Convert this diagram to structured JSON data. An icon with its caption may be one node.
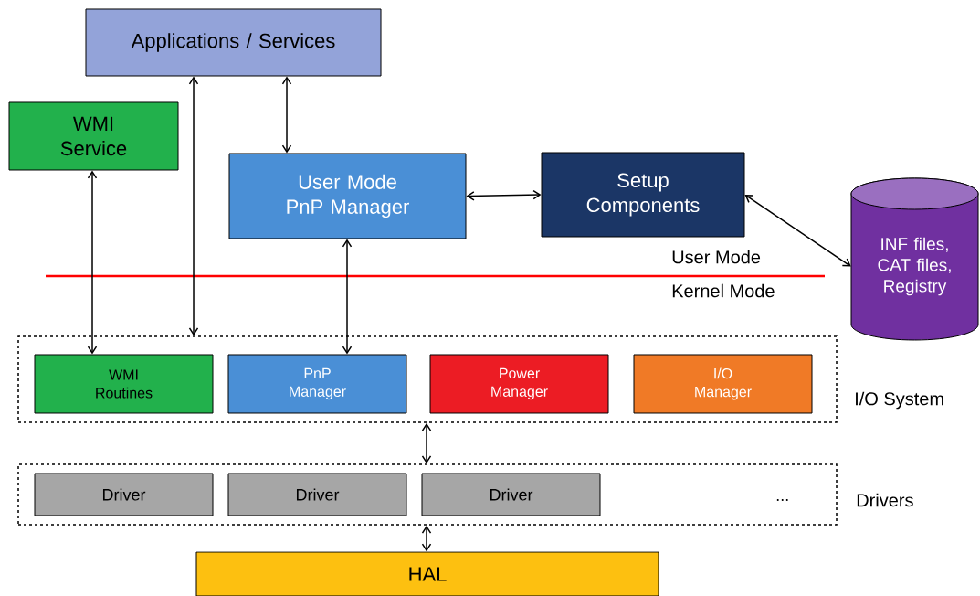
{
  "diagram": {
    "nodes": [
      {
        "text": [
          "Applications / Services"
        ]
      },
      {
        "text": [
          "WMI Service"
        ]
      },
      {
        "text": [
          "User Mode PnP Manager"
        ]
      },
      {
        "text": [
          "Setup Components"
        ]
      },
      {
        "text": [
          "INF files, CAT files, Registry"
        ]
      },
      {
        "text": [
          "I/O System"
        ]
      },
      {
        "text": [
          "WMI Routines"
        ],
        "in": 5
      },
      {
        "text": [
          "PnP Manager"
        ],
        "in": 5
      },
      {
        "text": [
          "Power Manager"
        ],
        "in": 5
      },
      {
        "text": [
          "I/O Manager"
        ],
        "in": 5
      },
      {
        "text": [
          "Drivers"
        ]
      },
      {
        "text": [
          "Driver"
        ],
        "in": 10
      },
      {
        "text": [
          "Driver"
        ],
        "in": 10
      },
      {
        "text": [
          "Driver"
        ],
        "in": 10
      },
      {
        "text": [
          "HAL"
        ]
      }
    ],
    "edges": [
      {
        "from": 0,
        "to": 5,
        "arrow": "both"
      },
      {
        "from": 0,
        "to": 2,
        "arrow": "both"
      },
      {
        "from": 1,
        "to": 6,
        "arrow": "both"
      },
      {
        "from": 2,
        "to": 7,
        "arrow": "both"
      },
      {
        "from": 2,
        "to": 3,
        "arrow": "both"
      },
      {
        "from": 3,
        "to": 4,
        "arrow": "both"
      },
      {
        "from": 5,
        "to": 10,
        "arrow": "both"
      },
      {
        "from": 10,
        "to": 14,
        "arrow": "both"
      }
    ],
    "labels": [
      "User Mode",
      "Kernel Mode",
      "..."
    ]
  }
}
